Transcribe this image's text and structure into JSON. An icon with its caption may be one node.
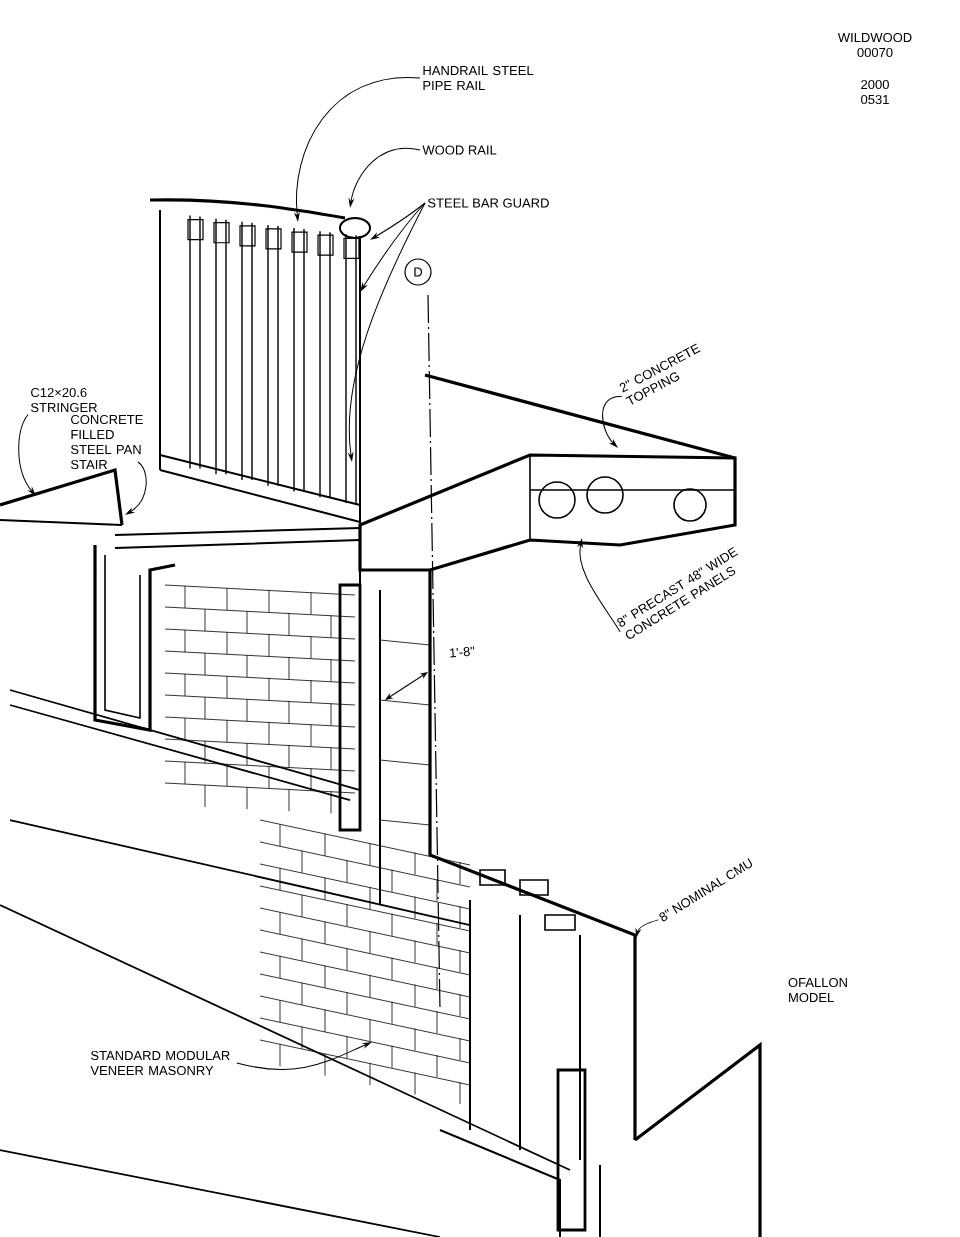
{
  "diagram": {
    "nodes": [
      {
        "text": [
          "HANDRAIL STEEL PIPE RAIL"
        ]
      },
      {
        "text": [
          "WOOD RAIL"
        ]
      },
      {
        "text": [
          "STEEL BAR GUARD"
        ]
      },
      {
        "text": [
          "D"
        ]
      },
      {
        "text": [
          "C12×20.6 STRINGER"
        ]
      },
      {
        "text": [
          "CONCRETE FILLED STEEL PAN STAIR"
        ]
      },
      {
        "text": [
          "2\" CONCRETE TOPPING"
        ]
      },
      {
        "text": [
          "8\" PRECAST 48\" WIDE CONCRETE PANELS"
        ]
      },
      {
        "text": [
          "8\" NOMINAL CMU"
        ]
      },
      {
        "text": [
          "STANDARD MODULAR VENEER MASONRY"
        ]
      }
    ],
    "edges": [
      {
        "from": 0,
        "to": null,
        "arrow": "to"
      },
      {
        "from": 1,
        "to": null,
        "arrow": "to"
      },
      {
        "from": 2,
        "to": null,
        "arrow": "to"
      },
      {
        "from": 2,
        "to": null,
        "arrow": "to"
      },
      {
        "from": 2,
        "to": null,
        "arrow": "to"
      },
      {
        "from": 4,
        "to": null,
        "arrow": "to"
      },
      {
        "from": 5,
        "to": null,
        "arrow": "to"
      },
      {
        "from": 6,
        "to": null,
        "arrow": "to"
      },
      {
        "from": 7,
        "to": null,
        "arrow": "to"
      },
      {
        "from": 8,
        "to": null,
        "arrow": "to"
      },
      {
        "from": 9,
        "to": null,
        "arrow": "to"
      }
    ],
    "labels": [
      "WILDWOOD 00070",
      "2000 0531",
      "1'-8\"",
      "OFALLON MODEL"
    ]
  }
}
